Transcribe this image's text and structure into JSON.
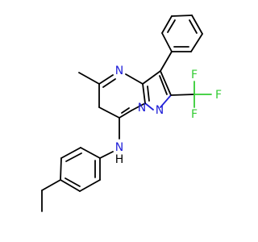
{
  "molecule": {
    "atoms": {
      "n_ring_top": "N",
      "n_bridge": "N",
      "n_pyrazole": "N",
      "n_amine": "N",
      "h_amine": "H",
      "f_top": "F",
      "f_right": "F",
      "f_bottom": "F"
    }
  },
  "colors": {
    "nitrogen": "#2020d8",
    "fluorine": "#33cc33",
    "bond": "#000000",
    "background": "#ffffff"
  }
}
